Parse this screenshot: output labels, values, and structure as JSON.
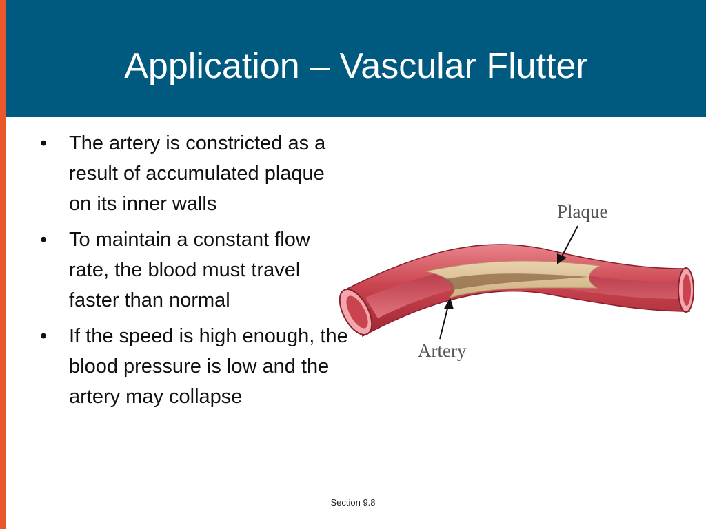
{
  "slide": {
    "title": "Application – Vascular Flutter",
    "bullets": [
      "The artery is constricted as a result of accumulated plaque on its inner walls",
      "To maintain a constant flow rate, the blood must travel faster than normal",
      "If the speed is high enough, the blood pressure is low and the artery may collapse"
    ],
    "bullet_symbol": "•",
    "footer": "Section 9.8"
  },
  "figure": {
    "labels": {
      "plaque": "Plaque",
      "artery": "Artery"
    }
  },
  "colors": {
    "title_bar": "#005a80",
    "accent": "#e8582a",
    "artery": "#c9444f",
    "plaque": "#dcc29b"
  }
}
